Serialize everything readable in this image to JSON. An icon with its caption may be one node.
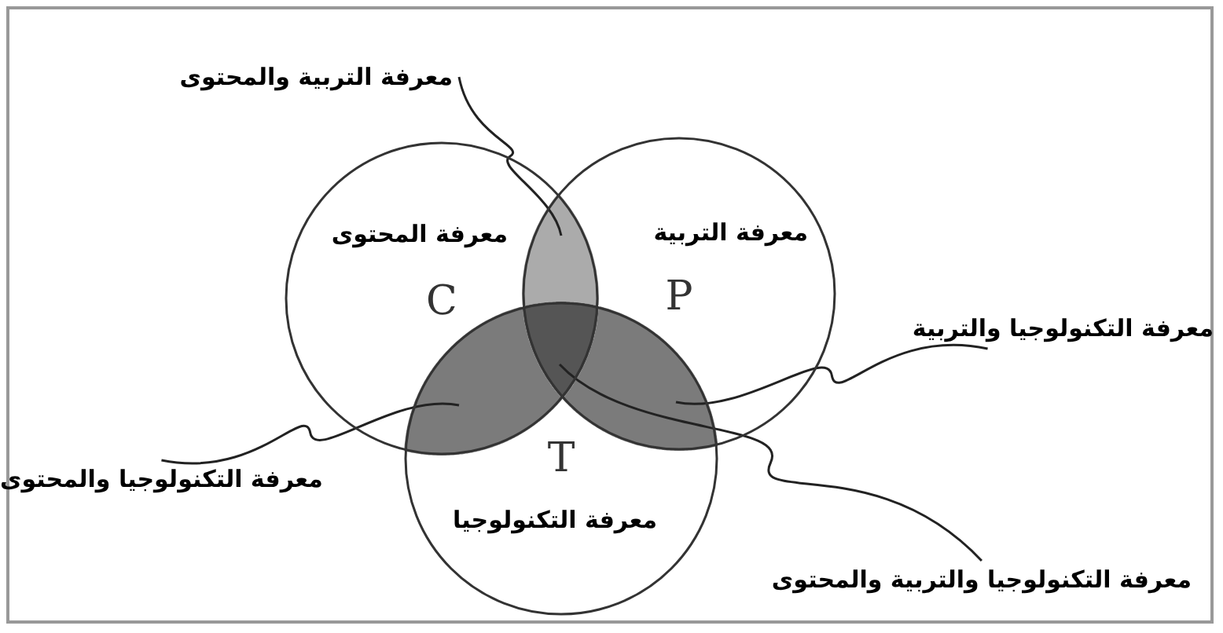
{
  "diagram": {
    "nodes": [
      {
        "text": [
          "معرفة المحتوى",
          "C"
        ]
      },
      {
        "text": [
          "معرفة التربية",
          "P"
        ]
      },
      {
        "text": [
          "T",
          "معرفة التكنولوجيا"
        ]
      },
      {
        "text": [],
        "shape": "lens"
      },
      {
        "text": [],
        "shape": "lens"
      },
      {
        "text": [],
        "shape": "lens"
      },
      {
        "text": [],
        "shape": "triangle"
      },
      {
        "text": [
          "معرفة التربية والمحتوى"
        ]
      },
      {
        "text": [
          "معرفة التكنولوجيا والتربية"
        ]
      },
      {
        "text": [
          "معرفة التكنولوجيا والمحتوى"
        ]
      },
      {
        "text": [
          "معرفة التكنولوجيا والتربية والمحتوى"
        ]
      }
    ],
    "edges": [
      {
        "from": 7,
        "to": 3,
        "arrow": "none"
      },
      {
        "from": 8,
        "to": 5,
        "arrow": "none"
      },
      {
        "from": 9,
        "to": 4,
        "arrow": "none"
      },
      {
        "from": 10,
        "to": 6,
        "arrow": "none"
      }
    ]
  }
}
